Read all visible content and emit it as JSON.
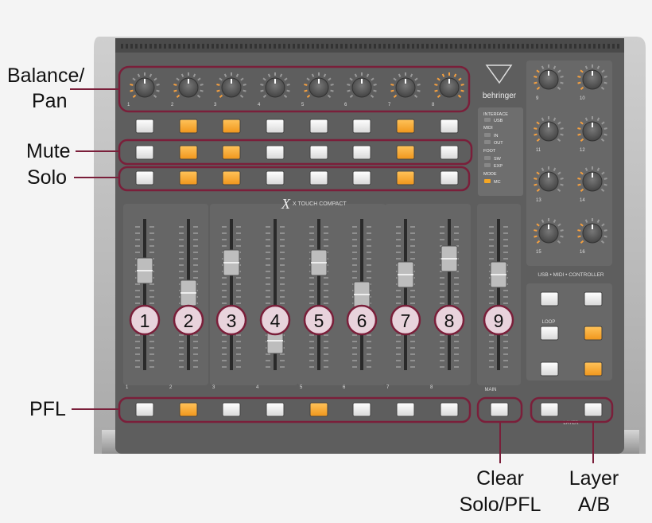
{
  "callouts": {
    "balance_pan_line1": "Balance/",
    "balance_pan_line2": "Pan",
    "mute": "Mute",
    "solo": "Solo",
    "pfl": "PFL",
    "clear_line1": "Clear",
    "clear_line2": "Solo/PFL",
    "layer_line1": "Layer",
    "layer_line2": "A/B"
  },
  "device": {
    "brand": "behringer",
    "model": "X TOUCH COMPACT",
    "status_labels": [
      "INTERFACE",
      "USB",
      "MIDI",
      "IN",
      "OUT",
      "FOOT",
      "SW",
      "EXP",
      "MODE",
      "MC"
    ],
    "transport_title": "USB • MIDI • CONTROLLER",
    "loop_label": "LOOP",
    "layer_label": "LAYER",
    "main_label": "MAIN",
    "channel_numbers": [
      "1",
      "2",
      "3",
      "4",
      "5",
      "6",
      "7",
      "8",
      "9"
    ],
    "knob_numbers": [
      "1",
      "2",
      "3",
      "4",
      "5",
      "6",
      "7",
      "8"
    ],
    "right_knob_numbers": [
      "9",
      "10",
      "11",
      "12",
      "13",
      "14",
      "15",
      "16"
    ]
  },
  "buttons": {
    "top_row_lit": [
      false,
      true,
      true,
      false,
      false,
      false,
      true,
      false
    ],
    "mute_row_lit": [
      false,
      true,
      true,
      false,
      false,
      false,
      true,
      false
    ],
    "solo_row_lit": [
      false,
      true,
      true,
      false,
      false,
      false,
      true,
      false
    ],
    "pfl_row_lit": [
      false,
      true,
      false,
      false,
      true,
      false,
      false,
      false
    ]
  },
  "colors": {
    "highlight": "#7a1f3a",
    "lit_button": "#f5a623",
    "panel": "#5d5d5d",
    "badge_fill": "#e8d3dc"
  }
}
